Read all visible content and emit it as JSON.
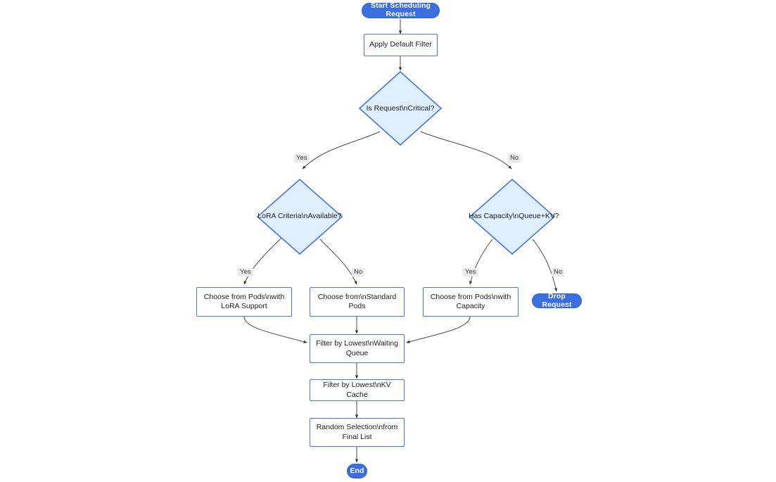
{
  "diagram": {
    "title": "Start Scheduling Request",
    "background": "#ffffff",
    "colors": {
      "terminal_fill": "#3b6fe0",
      "terminal_text": "#ffffff",
      "process_border": "#4a74df",
      "process_fill": "#ffffff",
      "decision_fill": "#ddeeff",
      "decision_border": "#4a74df",
      "edge_stroke": "#4a4a4a",
      "edge_label_bg": "#eaeaea"
    },
    "nodes": {
      "start": {
        "label": "Start Scheduling Request",
        "type": "terminal"
      },
      "apply_default_filter": {
        "label": "Apply Default Filter",
        "type": "process"
      },
      "is_request_critical": {
        "label": "Is Request\\nCritical?",
        "type": "decision"
      },
      "lora_criteria_available": {
        "label": "LoRA Criteria\\nAvailable?",
        "type": "decision"
      },
      "has_capacity": {
        "label": "Has Capacity\\nQueue+KV?",
        "type": "decision"
      },
      "choose_lora_pods": {
        "line1": "Choose from Pods\\nwith",
        "line2": "LoRA Support",
        "type": "process"
      },
      "choose_standard_pods": {
        "line1": "Choose from\\nStandard",
        "line2": "Pods",
        "type": "process"
      },
      "choose_capacity_pods": {
        "line1": "Choose from Pods\\nwith",
        "line2": "Capacity",
        "type": "process"
      },
      "drop_request": {
        "label": "Drop Request",
        "type": "terminal"
      },
      "filter_waiting_queue": {
        "line1": "Filter by Lowest\\nWaiting",
        "line2": "Queue",
        "type": "process"
      },
      "filter_kv_cache": {
        "label": "Filter by Lowest\\nKV Cache",
        "type": "process"
      },
      "random_selection": {
        "line1": "Random Selection\\nfrom",
        "line2": "Final List",
        "type": "process"
      },
      "end": {
        "label": "End",
        "type": "terminal"
      }
    },
    "edge_labels": {
      "critical_yes": "Yes",
      "critical_no": "No",
      "lora_yes": "Yes",
      "lora_no": "No",
      "capacity_yes": "Yes",
      "capacity_no": "No"
    }
  }
}
